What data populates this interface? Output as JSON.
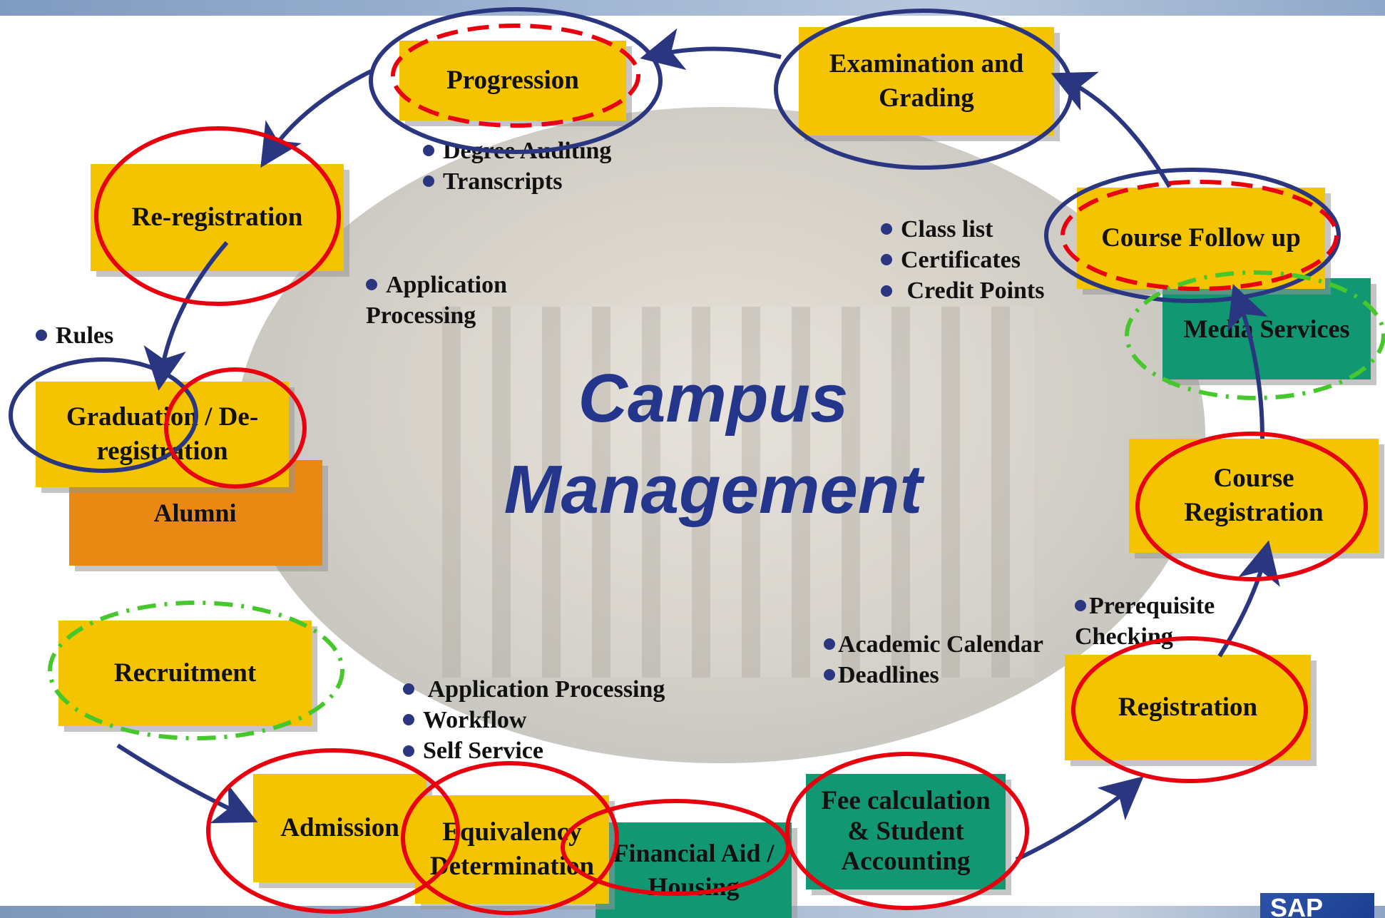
{
  "title": "Campus\nManagement",
  "logo_text": "SAP",
  "colors": {
    "process_box": "#f4c400",
    "service_box": "#119873",
    "alumni_box": "#e98813",
    "arrow": "#2b3680",
    "circle_red": "#e8000f",
    "circle_blue": "#2b3680",
    "circle_green": "#46c82c",
    "title": "#23368c"
  },
  "boxes": {
    "progression": "Progression",
    "examination": "Examination and\nGrading",
    "reregistration": "Re-registration",
    "course_follow_up": "Course Follow up",
    "media_services": "Media Services",
    "graduation": "Graduation / De-\nregistration",
    "alumni": "Alumni",
    "course_registration": "Course\nRegistration",
    "recruitment": "Recruitment",
    "registration": "Registration",
    "admission": "Admission",
    "equivalency": "Equivalency\nDetermination",
    "financial_aid": "Financial Aid /\nHousing",
    "fee_calculation": "Fee calculation\n& Student\nAccounting"
  },
  "bullets": {
    "progression": [
      "Degree Auditing",
      "Transcripts"
    ],
    "application": "Application\nProcessing",
    "rules": "Rules",
    "course_follow_up": [
      "Class list",
      "Certificates",
      " Credit Points"
    ],
    "prerequisite": "Prerequisite\nChecking",
    "calendar": [
      "Academic Calendar",
      "Deadlines"
    ],
    "admission": [
      " Application Processing",
      "Workflow",
      "Self Service"
    ]
  }
}
